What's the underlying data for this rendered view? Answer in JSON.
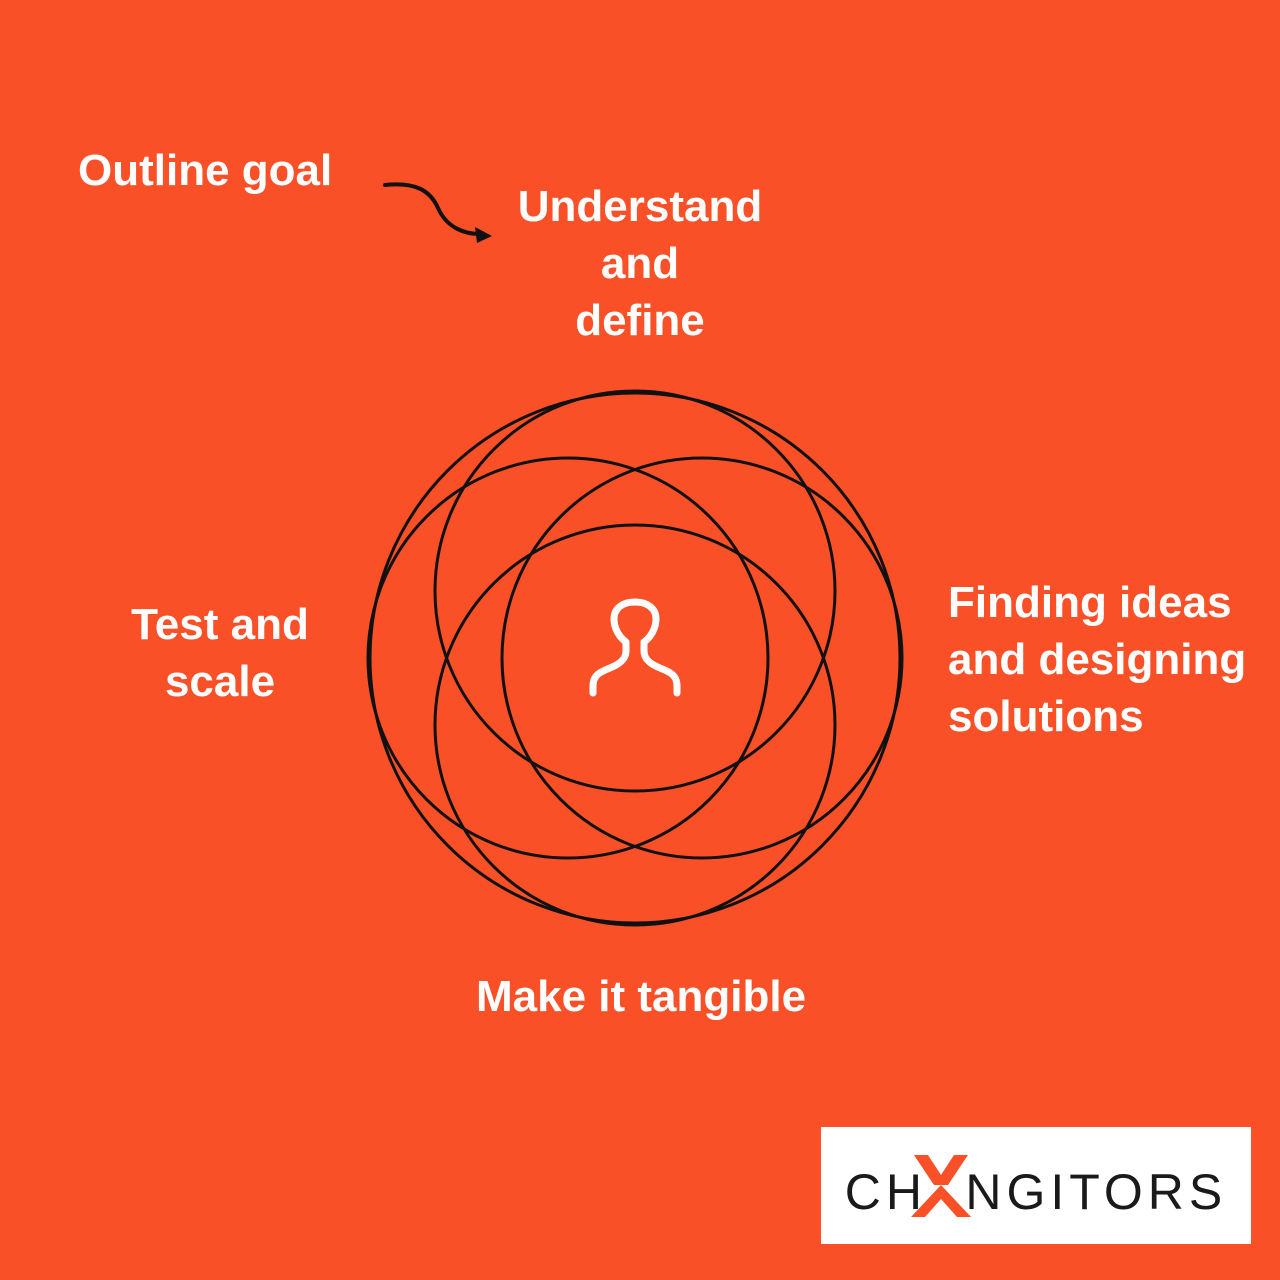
{
  "labels": {
    "outline_goal": "Outline goal",
    "understand": [
      "Understand",
      "and",
      "define"
    ],
    "finding": [
      "Finding ideas",
      "and designing",
      "solutions"
    ],
    "test": [
      "Test and",
      "scale"
    ],
    "tangible": "Make it tangible"
  },
  "center_icon": "person-icon",
  "arrow_icon": "curved-arrow-icon",
  "logo": {
    "text": "CHANGITORS",
    "icon": "changitors-logo"
  },
  "colors": {
    "background": "#FA5027",
    "text": "#FFFFFF",
    "circle_stroke": "#111111",
    "logo_text": "#1A1A1A",
    "logo_accent": "#FA5027"
  }
}
